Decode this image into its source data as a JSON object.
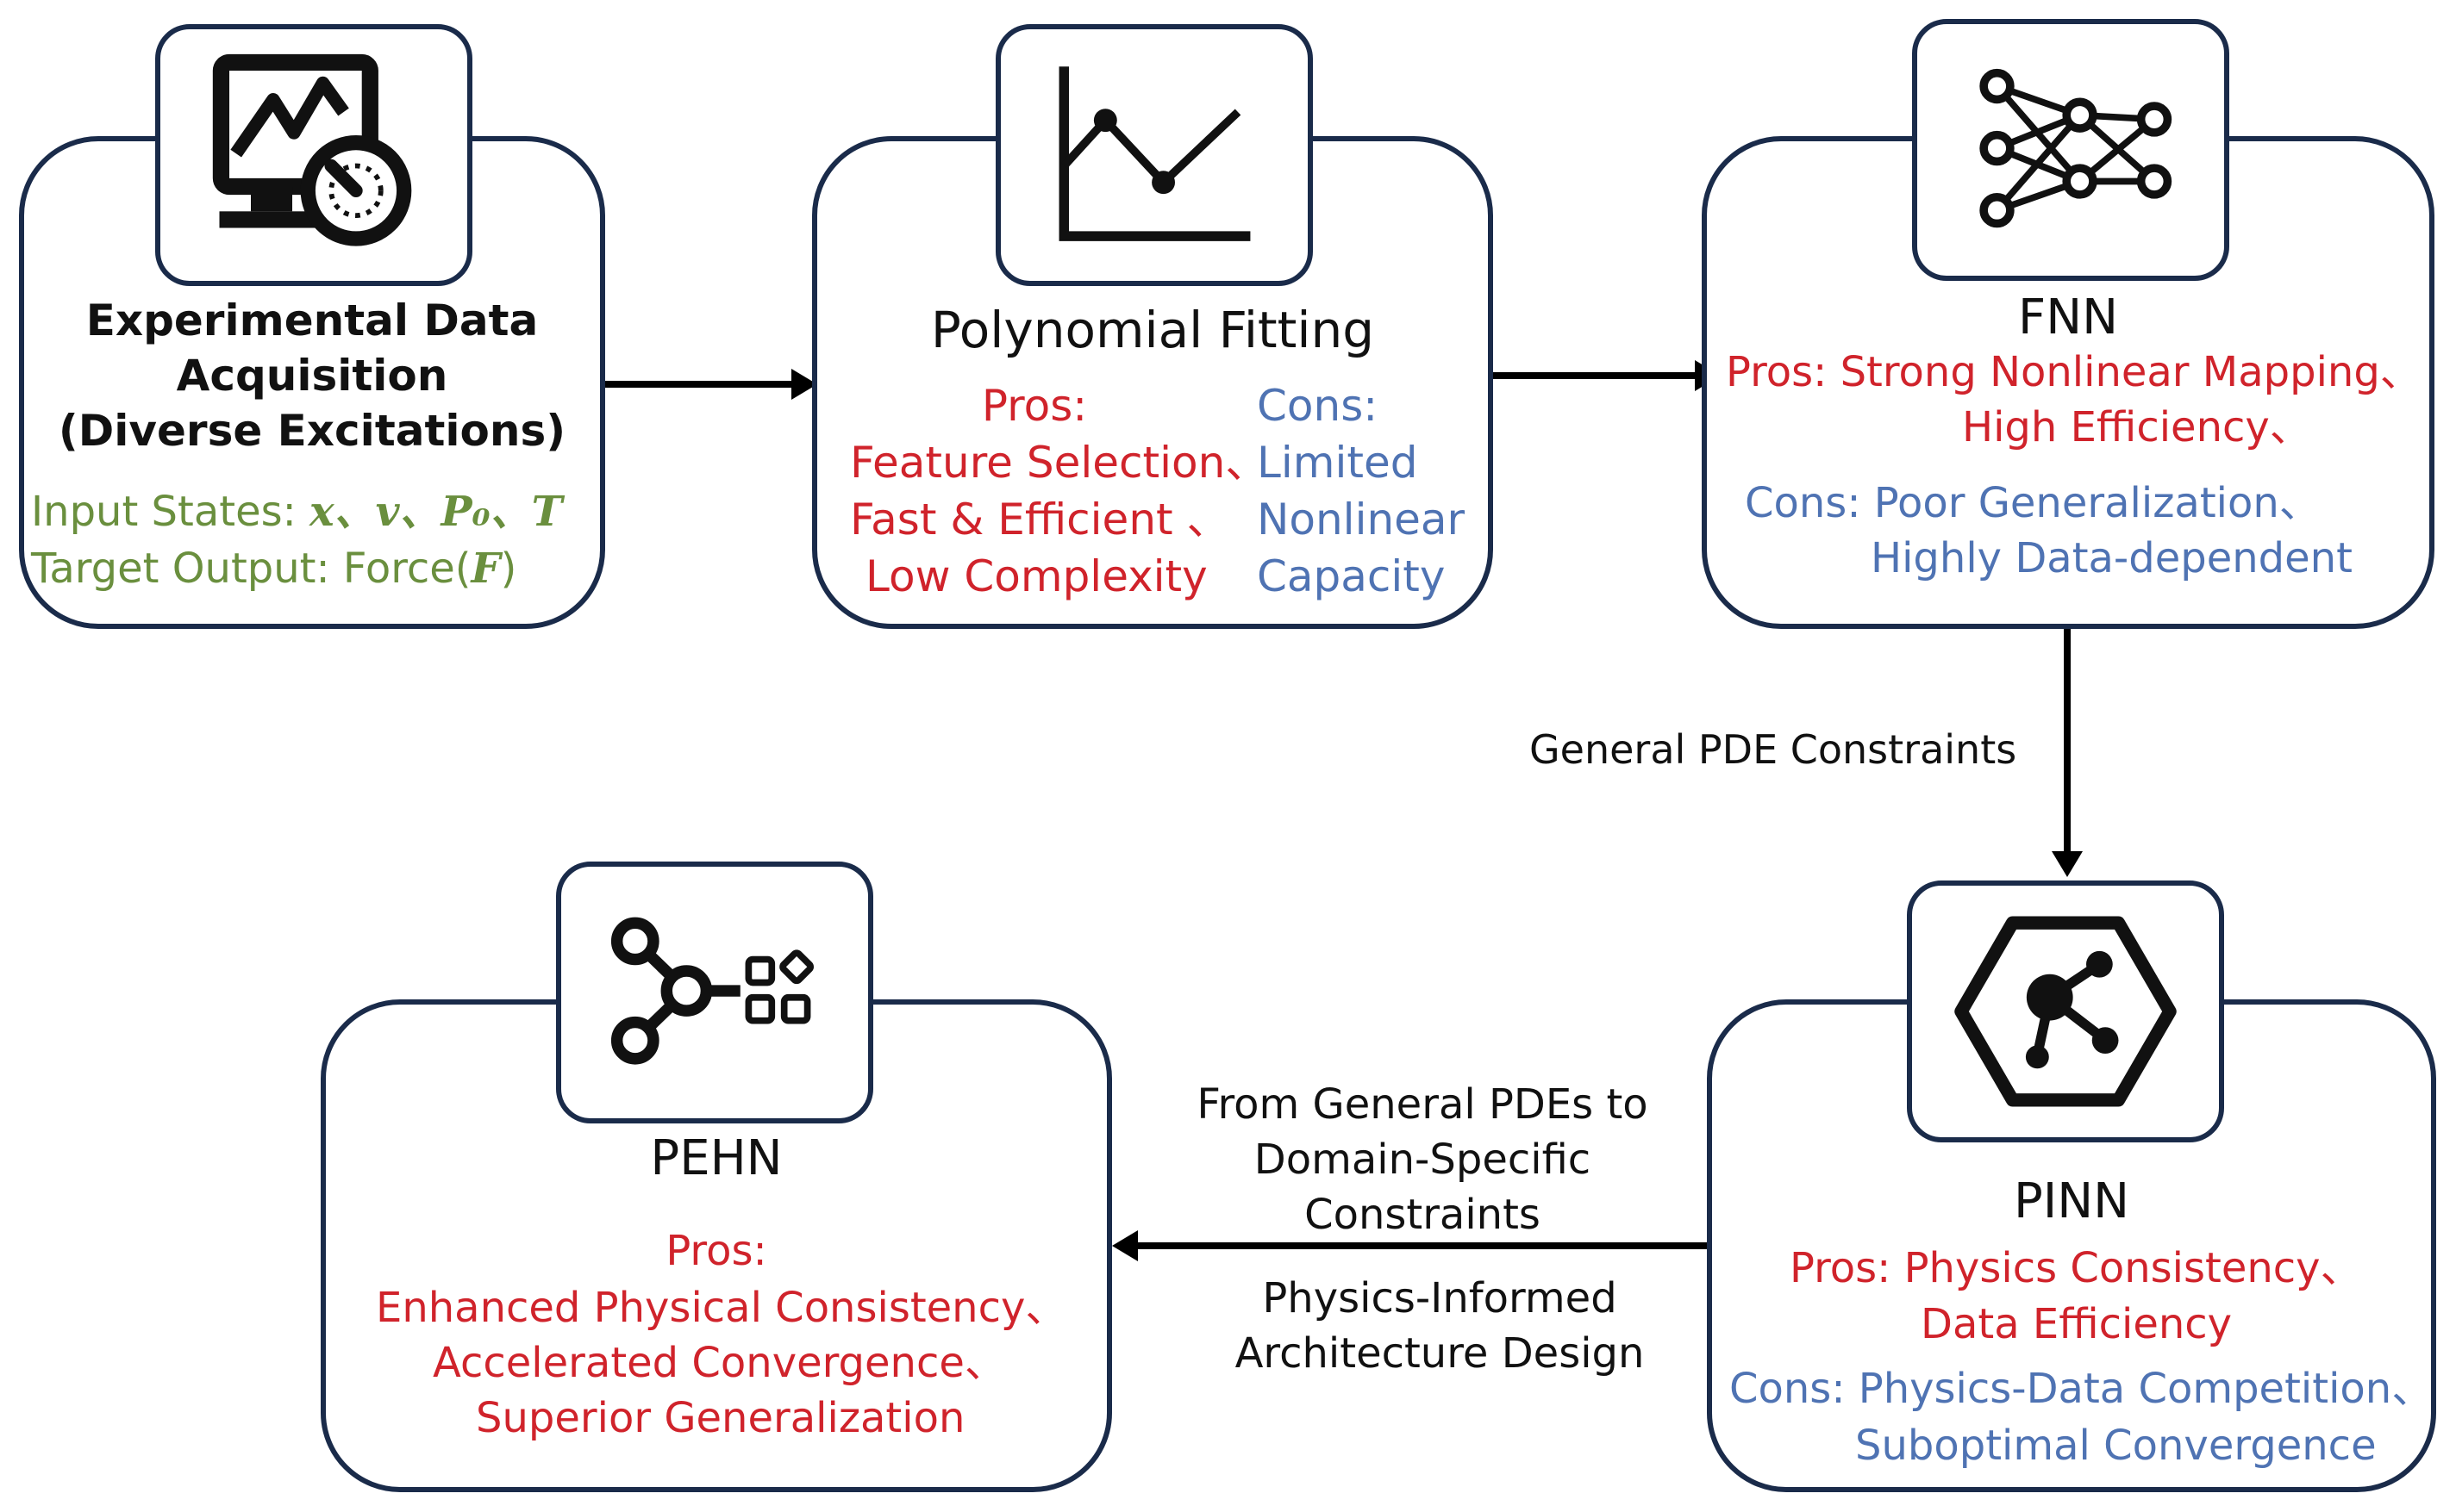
{
  "acq": {
    "title": [
      "Experimental Data",
      "Acquisition",
      "(Diverse Excitations)"
    ],
    "input_label": "Input States: ",
    "input_vars": "x、v、P₀、T",
    "target_label": "Target Output: Force(",
    "target_var": "F",
    "target_close": ")"
  },
  "poly": {
    "title": "Polynomial Fitting",
    "pros_label": "Pros:",
    "pros": [
      "Feature Selection、",
      "Fast & Efficient 、",
      "Low Complexity"
    ],
    "cons_label": "Cons:",
    "cons": [
      "Limited",
      "Nonlinear",
      "Capacity"
    ]
  },
  "fnn": {
    "title": "FNN",
    "pros": [
      "Pros: Strong Nonlinear Mapping、",
      "High Efficiency、"
    ],
    "cons": [
      "Cons: Poor Generalization、",
      "Highly Data-dependent"
    ]
  },
  "pinn": {
    "title": "PINN",
    "pros": [
      "Pros: Physics Consistency、",
      "Data Efficiency"
    ],
    "cons": [
      "Cons: Physics-Data Competition、",
      "Suboptimal Convergence"
    ]
  },
  "pehn": {
    "title": "PEHN",
    "pros_label": "Pros:",
    "pros": [
      "Enhanced Physical Consistency、",
      "Accelerated Convergence、",
      "Superior Generalization"
    ]
  },
  "labels": {
    "pde": "General PDE Constraints",
    "transition": [
      "From General PDEs to",
      "Domain-Specific",
      "Constraints"
    ],
    "design": [
      "Physics-Informed",
      "Architecture Design"
    ]
  },
  "colors": {
    "border": "#1a2b4a",
    "pros": "#d0232b",
    "cons": "#4f73b3",
    "inputs": "#6a8f3e"
  }
}
